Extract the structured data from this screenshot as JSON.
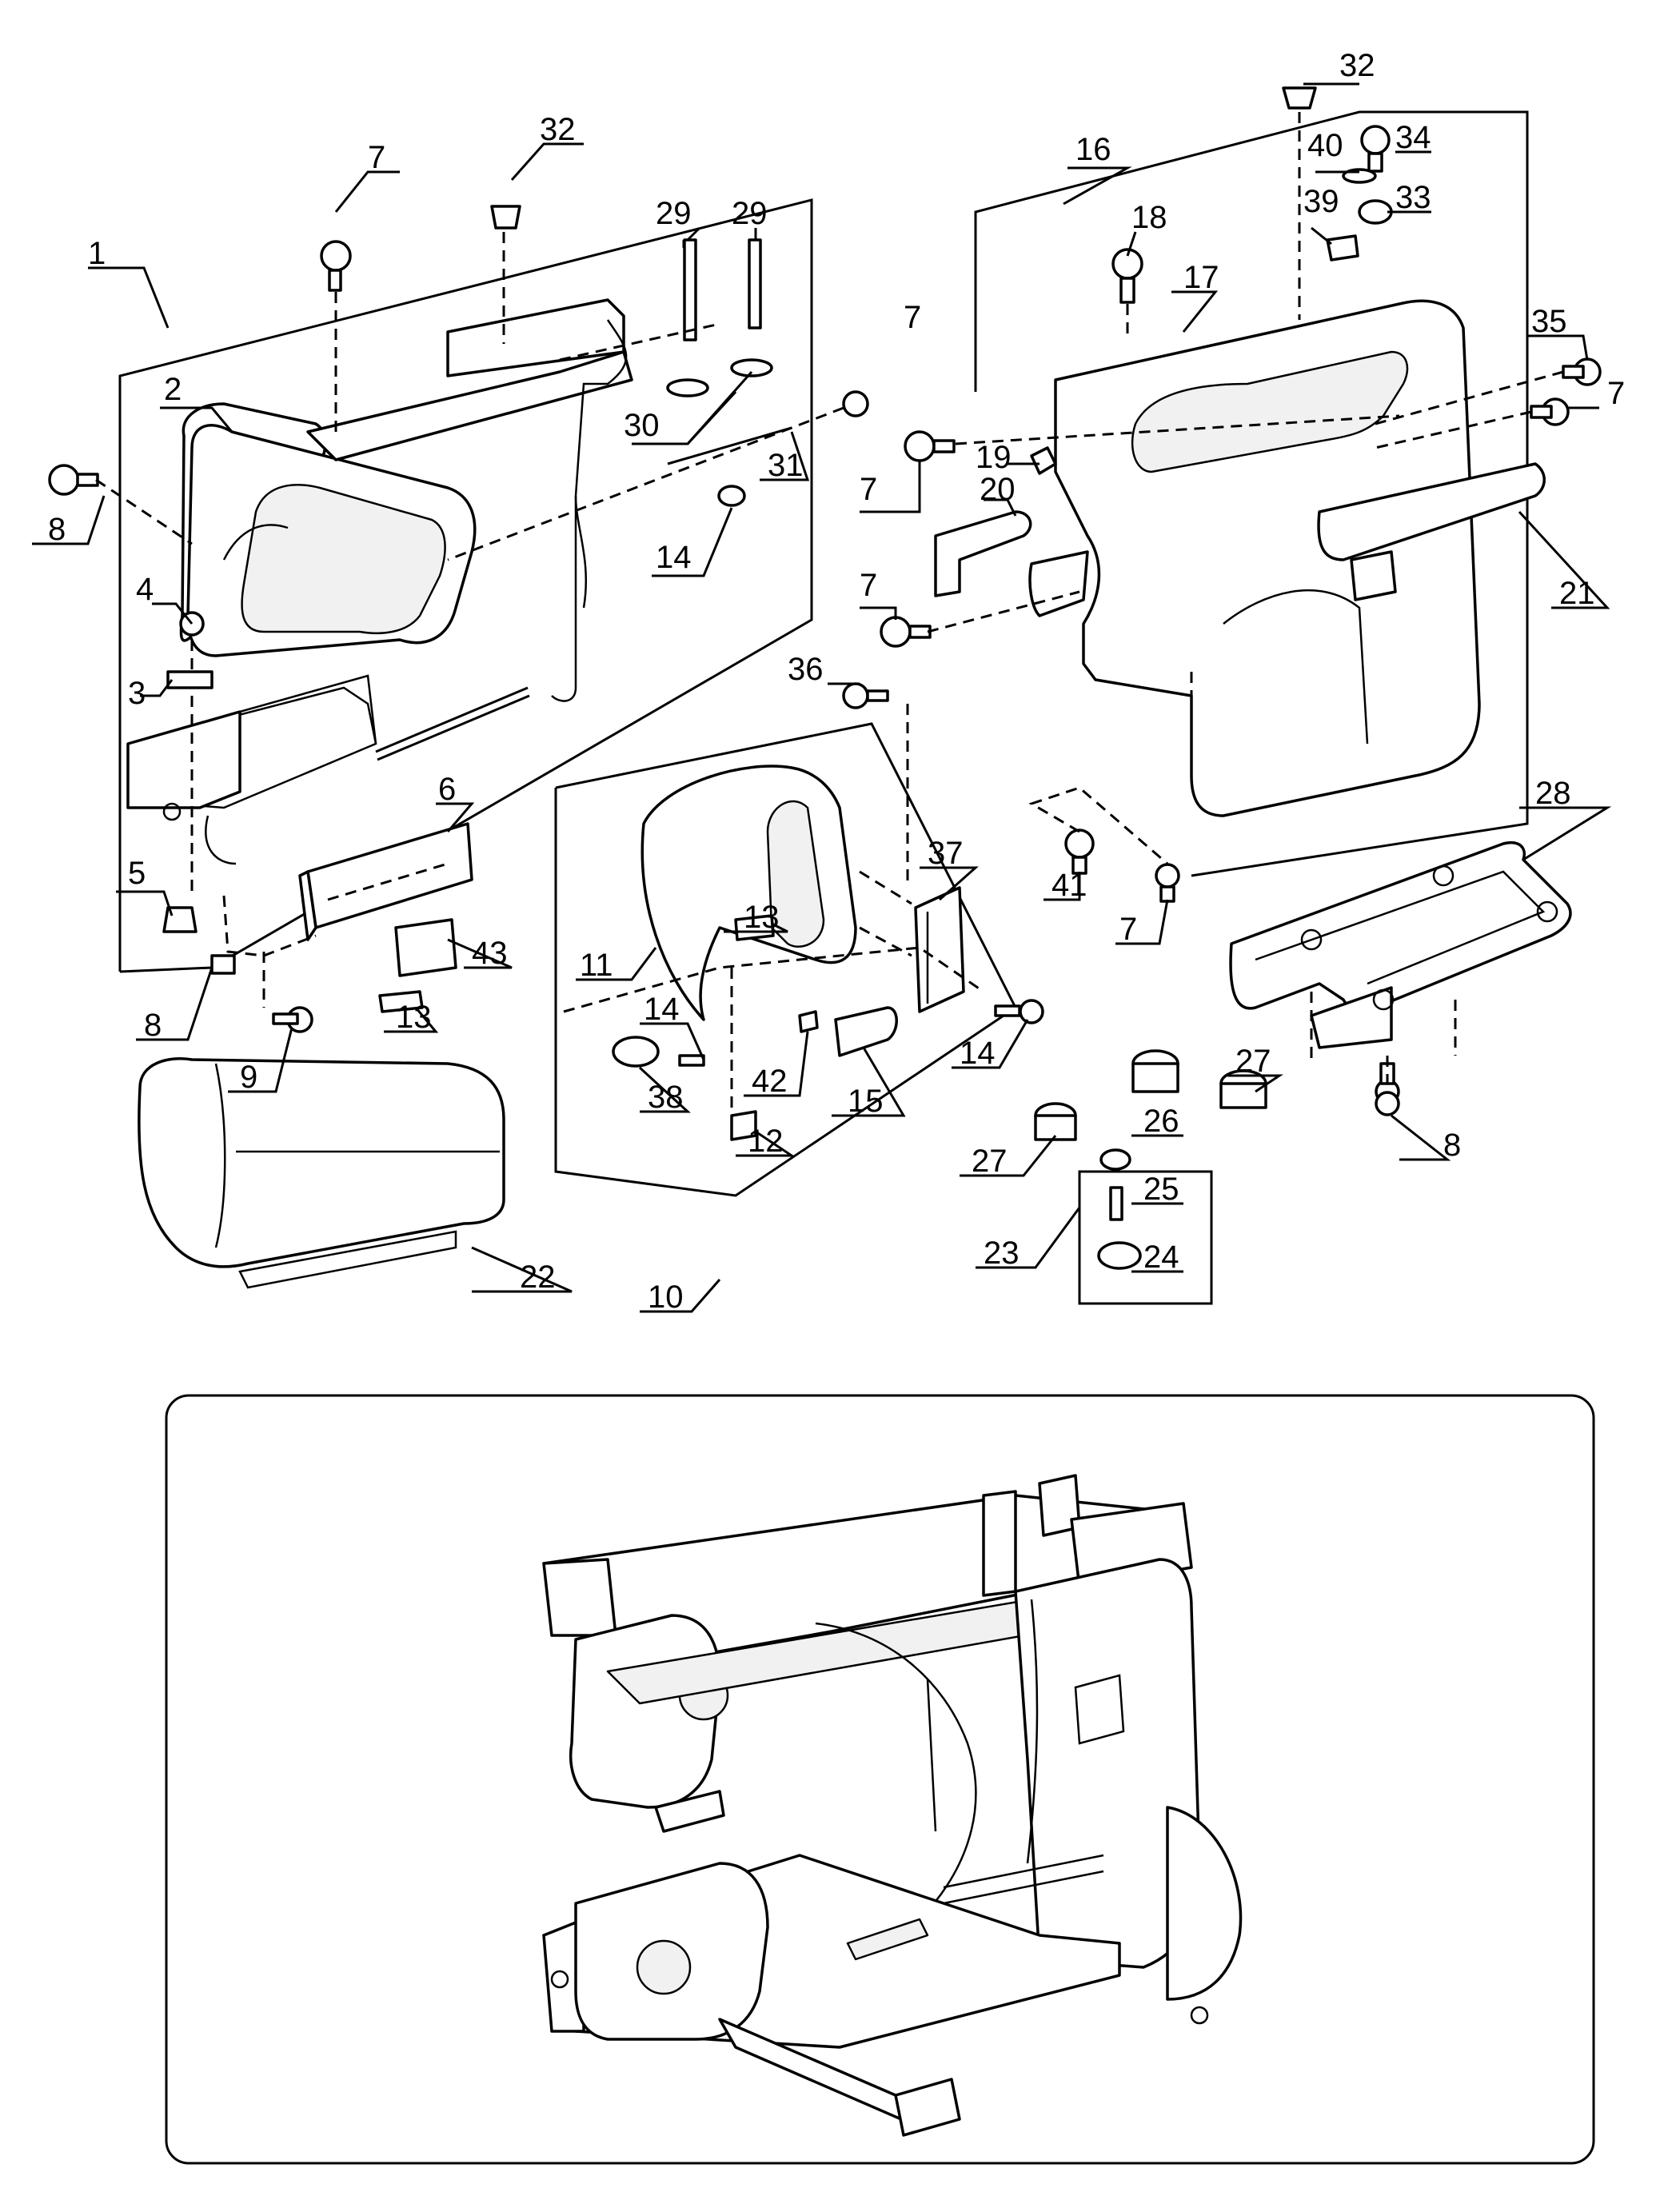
{
  "diagram": {
    "part_labels": [
      "1",
      "2",
      "3",
      "4",
      "5",
      "6",
      "7",
      "8",
      "9",
      "10",
      "11",
      "12",
      "13",
      "14",
      "15",
      "16",
      "17",
      "18",
      "19",
      "20",
      "21",
      "22",
      "23",
      "24",
      "25",
      "26",
      "27",
      "28",
      "29",
      "30",
      "31",
      "32",
      "33",
      "34",
      "35",
      "36",
      "37",
      "38",
      "39",
      "40",
      "41",
      "42",
      "43"
    ],
    "frame_panel": {
      "description": ""
    }
  }
}
